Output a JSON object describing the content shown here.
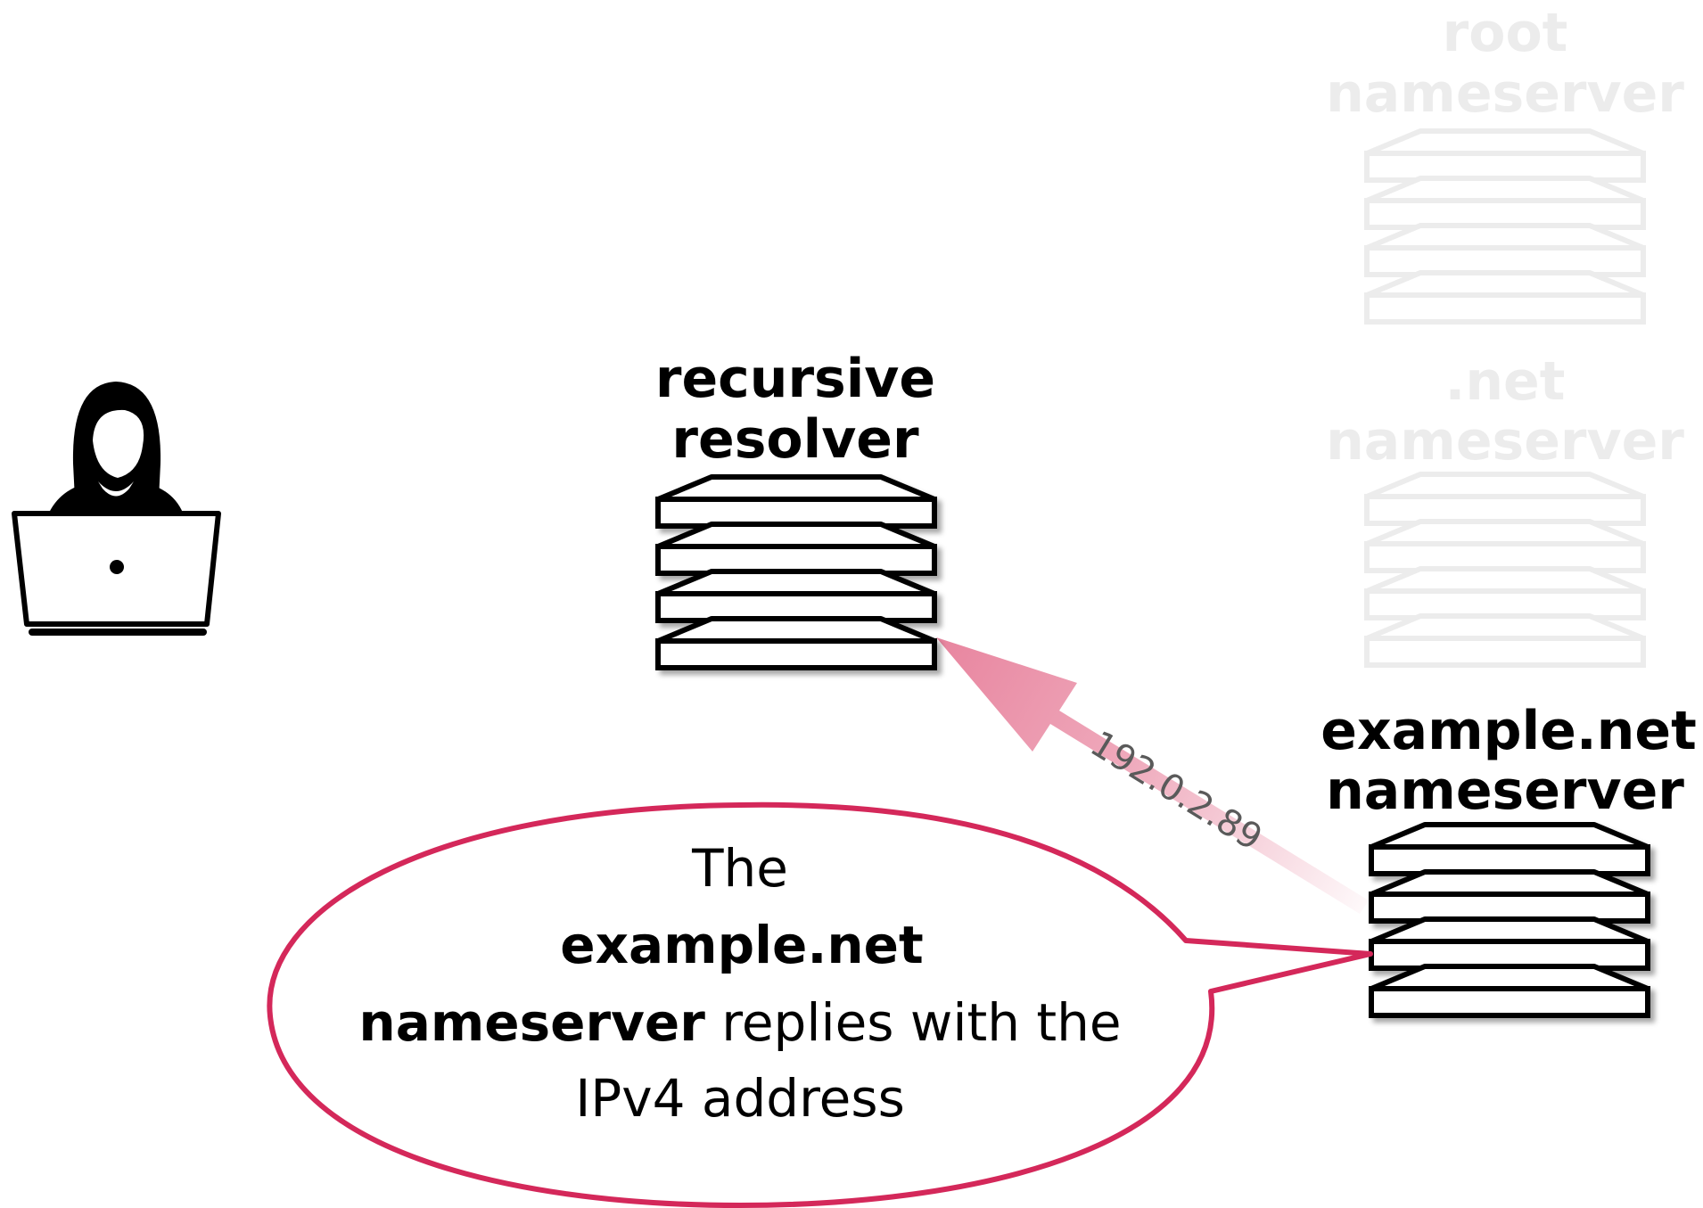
{
  "nodes": {
    "root": {
      "line1": "root",
      "line2": "nameserver"
    },
    "net": {
      "line1": ".net",
      "line2": "nameserver"
    },
    "resolver": {
      "line1": "recursive",
      "line2": "resolver"
    },
    "example": {
      "line1": "example.net",
      "line2": "nameserver"
    }
  },
  "arrow": {
    "label": "192.0.2.89",
    "color": "#e8859f"
  },
  "callout": {
    "line1": "The",
    "line2_bold": "example.net",
    "line3_bold": "nameserver",
    "line3_rest": " replies with the",
    "line4": "IPv4 address",
    "border_color": "#d4285a"
  },
  "icons": {
    "user": "user-laptop-icon",
    "server": "server-stack-icon"
  },
  "colors": {
    "faded": "#ececec",
    "active": "#000000"
  }
}
